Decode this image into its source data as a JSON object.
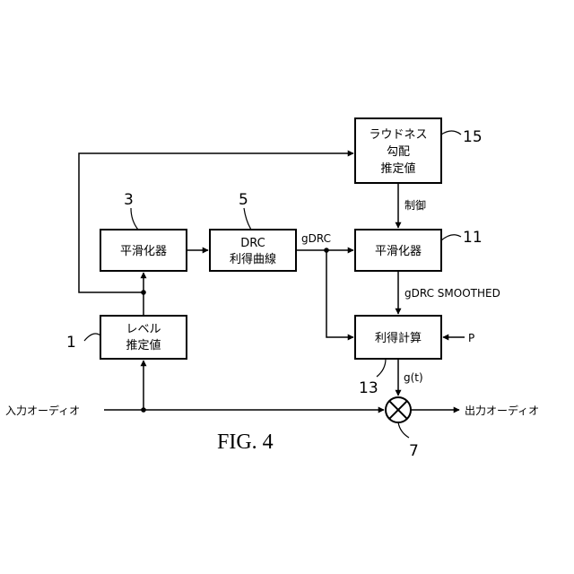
{
  "blocks": {
    "level_estimate": {
      "lines": [
        "レベル",
        "推定値"
      ],
      "ref": "1"
    },
    "smoother_left": {
      "lines": [
        "平滑化器"
      ],
      "ref": "3"
    },
    "drc_curve": {
      "lines": [
        "DRC",
        "利得曲線"
      ],
      "ref": "5"
    },
    "smoother_right": {
      "lines": [
        "平滑化器"
      ],
      "ref": "11"
    },
    "gain_calc": {
      "lines": [
        "利得計算"
      ],
      "ref": "13"
    },
    "loudness_estimate": {
      "lines": [
        "ラウドネス",
        "勾配",
        "推定値"
      ],
      "ref": "15"
    },
    "multiplier": {
      "ref": "7"
    }
  },
  "signals": {
    "input_audio": "入力オーディオ",
    "output_audio": "出力オーディオ",
    "gdrc": "gDRC",
    "gdrc_smoothed": "gDRC SMOOTHED",
    "control": "制御",
    "param": "P",
    "gain": "g(t)"
  },
  "figure_label": "FIG. 4"
}
